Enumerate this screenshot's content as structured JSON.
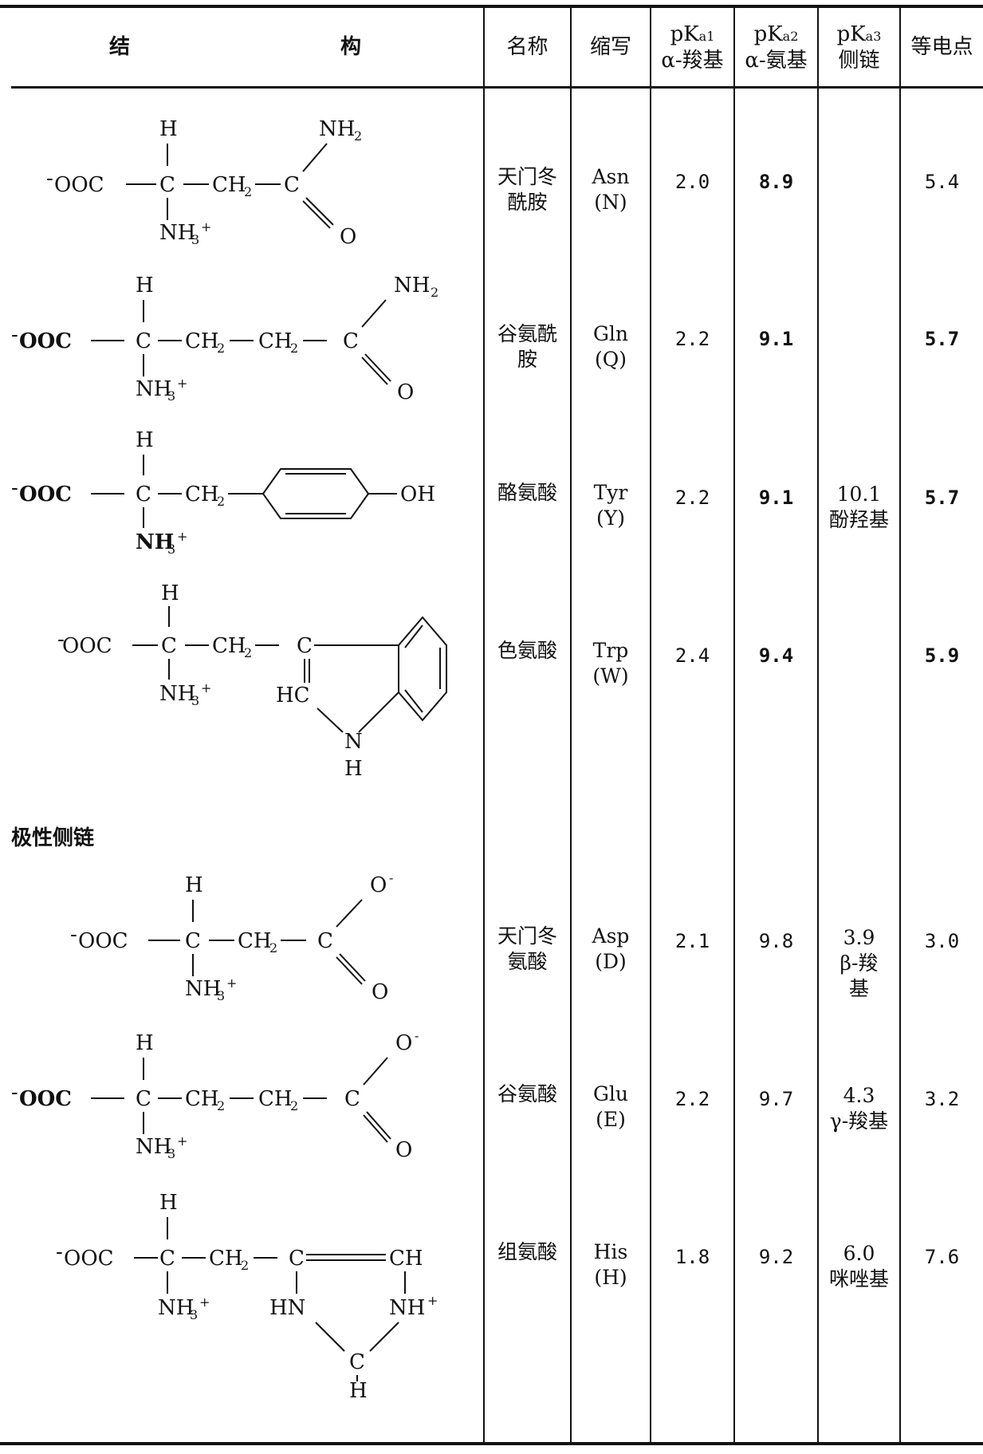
{
  "header": {
    "structure_left": "结",
    "structure_right": "构",
    "name": "名称",
    "abbr": "缩写",
    "pka1": "pK",
    "pka1_sub": "a1",
    "pka1_label": "α-羧基",
    "pka2": "pK",
    "pka2_sub": "a2",
    "pka2_label": "α-氨基",
    "pka3": "pK",
    "pka3_sub": "a3",
    "pka3_label": "侧链",
    "pi": "等电点"
  },
  "section_polar": "极性侧链",
  "rows": [
    {
      "name_l1": "天门冬",
      "name_l2": "酰胺",
      "abbr_l1": "Asn",
      "abbr_l2": "(N)",
      "pka1": "2.0",
      "pka2": "8.9",
      "pka3_l1": "",
      "pka3_l2": "",
      "pka3_l3": "",
      "pi": "5.4"
    },
    {
      "name_l1": "谷氨酰",
      "name_l2": "胺",
      "abbr_l1": "Gln",
      "abbr_l2": "(Q)",
      "pka1": "2.2",
      "pka2": "9.1",
      "pka3_l1": "",
      "pka3_l2": "",
      "pka3_l3": "",
      "pi": "5.7"
    },
    {
      "name_l1": "酪氨酸",
      "name_l2": "",
      "abbr_l1": "Tyr",
      "abbr_l2": "(Y)",
      "pka1": "2.2",
      "pka2": "9.1",
      "pka3_l1": "10.1",
      "pka3_l2": "酚羟基",
      "pka3_l3": "",
      "pi": "5.7"
    },
    {
      "name_l1": "色氨酸",
      "name_l2": "",
      "abbr_l1": "Trp",
      "abbr_l2": "(W)",
      "pka1": "2.4",
      "pka2": "9.4",
      "pka3_l1": "",
      "pka3_l2": "",
      "pka3_l3": "",
      "pi": "5.9"
    },
    {
      "name_l1": "天门冬",
      "name_l2": "氨酸",
      "abbr_l1": "Asp",
      "abbr_l2": "(D)",
      "pka1": "2.1",
      "pka2": "9.8",
      "pka3_l1": "3.9",
      "pka3_l2": "β-羧",
      "pka3_l3": "基",
      "pi": "3.0"
    },
    {
      "name_l1": "谷氨酸",
      "name_l2": "",
      "abbr_l1": "Glu",
      "abbr_l2": "(E)",
      "pka1": "2.2",
      "pka2": "9.7",
      "pka3_l1": "4.3",
      "pka3_l2": "γ-羧基",
      "pka3_l3": "",
      "pi": "3.2"
    },
    {
      "name_l1": "组氨酸",
      "name_l2": "",
      "abbr_l1": "His",
      "abbr_l2": "(H)",
      "pka1": "1.8",
      "pka2": "9.2",
      "pka3_l1": "6.0",
      "pka3_l2": "咪唑基",
      "pka3_l3": "",
      "pi": "7.6"
    }
  ],
  "chem": {
    "H": "H",
    "NH2": "NH",
    "two": "2",
    "NH3": "NH",
    "three": "3",
    "plus": "+",
    "minus": "-",
    "OOC": "OOC",
    "C": "C",
    "CH2": "CH",
    "O": "O",
    "OH": "OH",
    "HC": "HC",
    "N": "N",
    "CH": "CH",
    "HN": "HN",
    "NH": "NH"
  }
}
